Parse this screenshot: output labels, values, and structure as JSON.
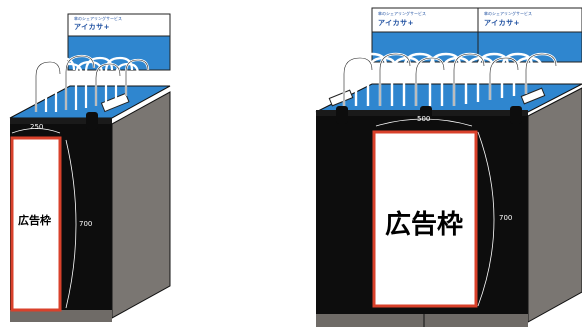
{
  "left_stand": {
    "ad_label": "広告枠",
    "width_mm": "250",
    "height_mm": "700",
    "sign": {
      "subtitle": "傘のシェアリングサービス",
      "brand": "アイカサ",
      "plus": "+"
    }
  },
  "right_stand": {
    "ad_label": "広告枠",
    "width_mm": "500",
    "height_mm": "700",
    "signs": [
      {
        "subtitle": "傘のシェアリングサービス",
        "brand": "アイカサ",
        "plus": "+"
      },
      {
        "subtitle": "傘のシェアリングサービス",
        "brand": "アイカサ",
        "plus": "+"
      }
    ]
  },
  "colors": {
    "body_dark": "#0d0d0d",
    "side_gray": "#7a7672",
    "top_blue": "#2f86cf",
    "ad_border": "#d9412b",
    "sign_blue": "#2f86cf"
  }
}
